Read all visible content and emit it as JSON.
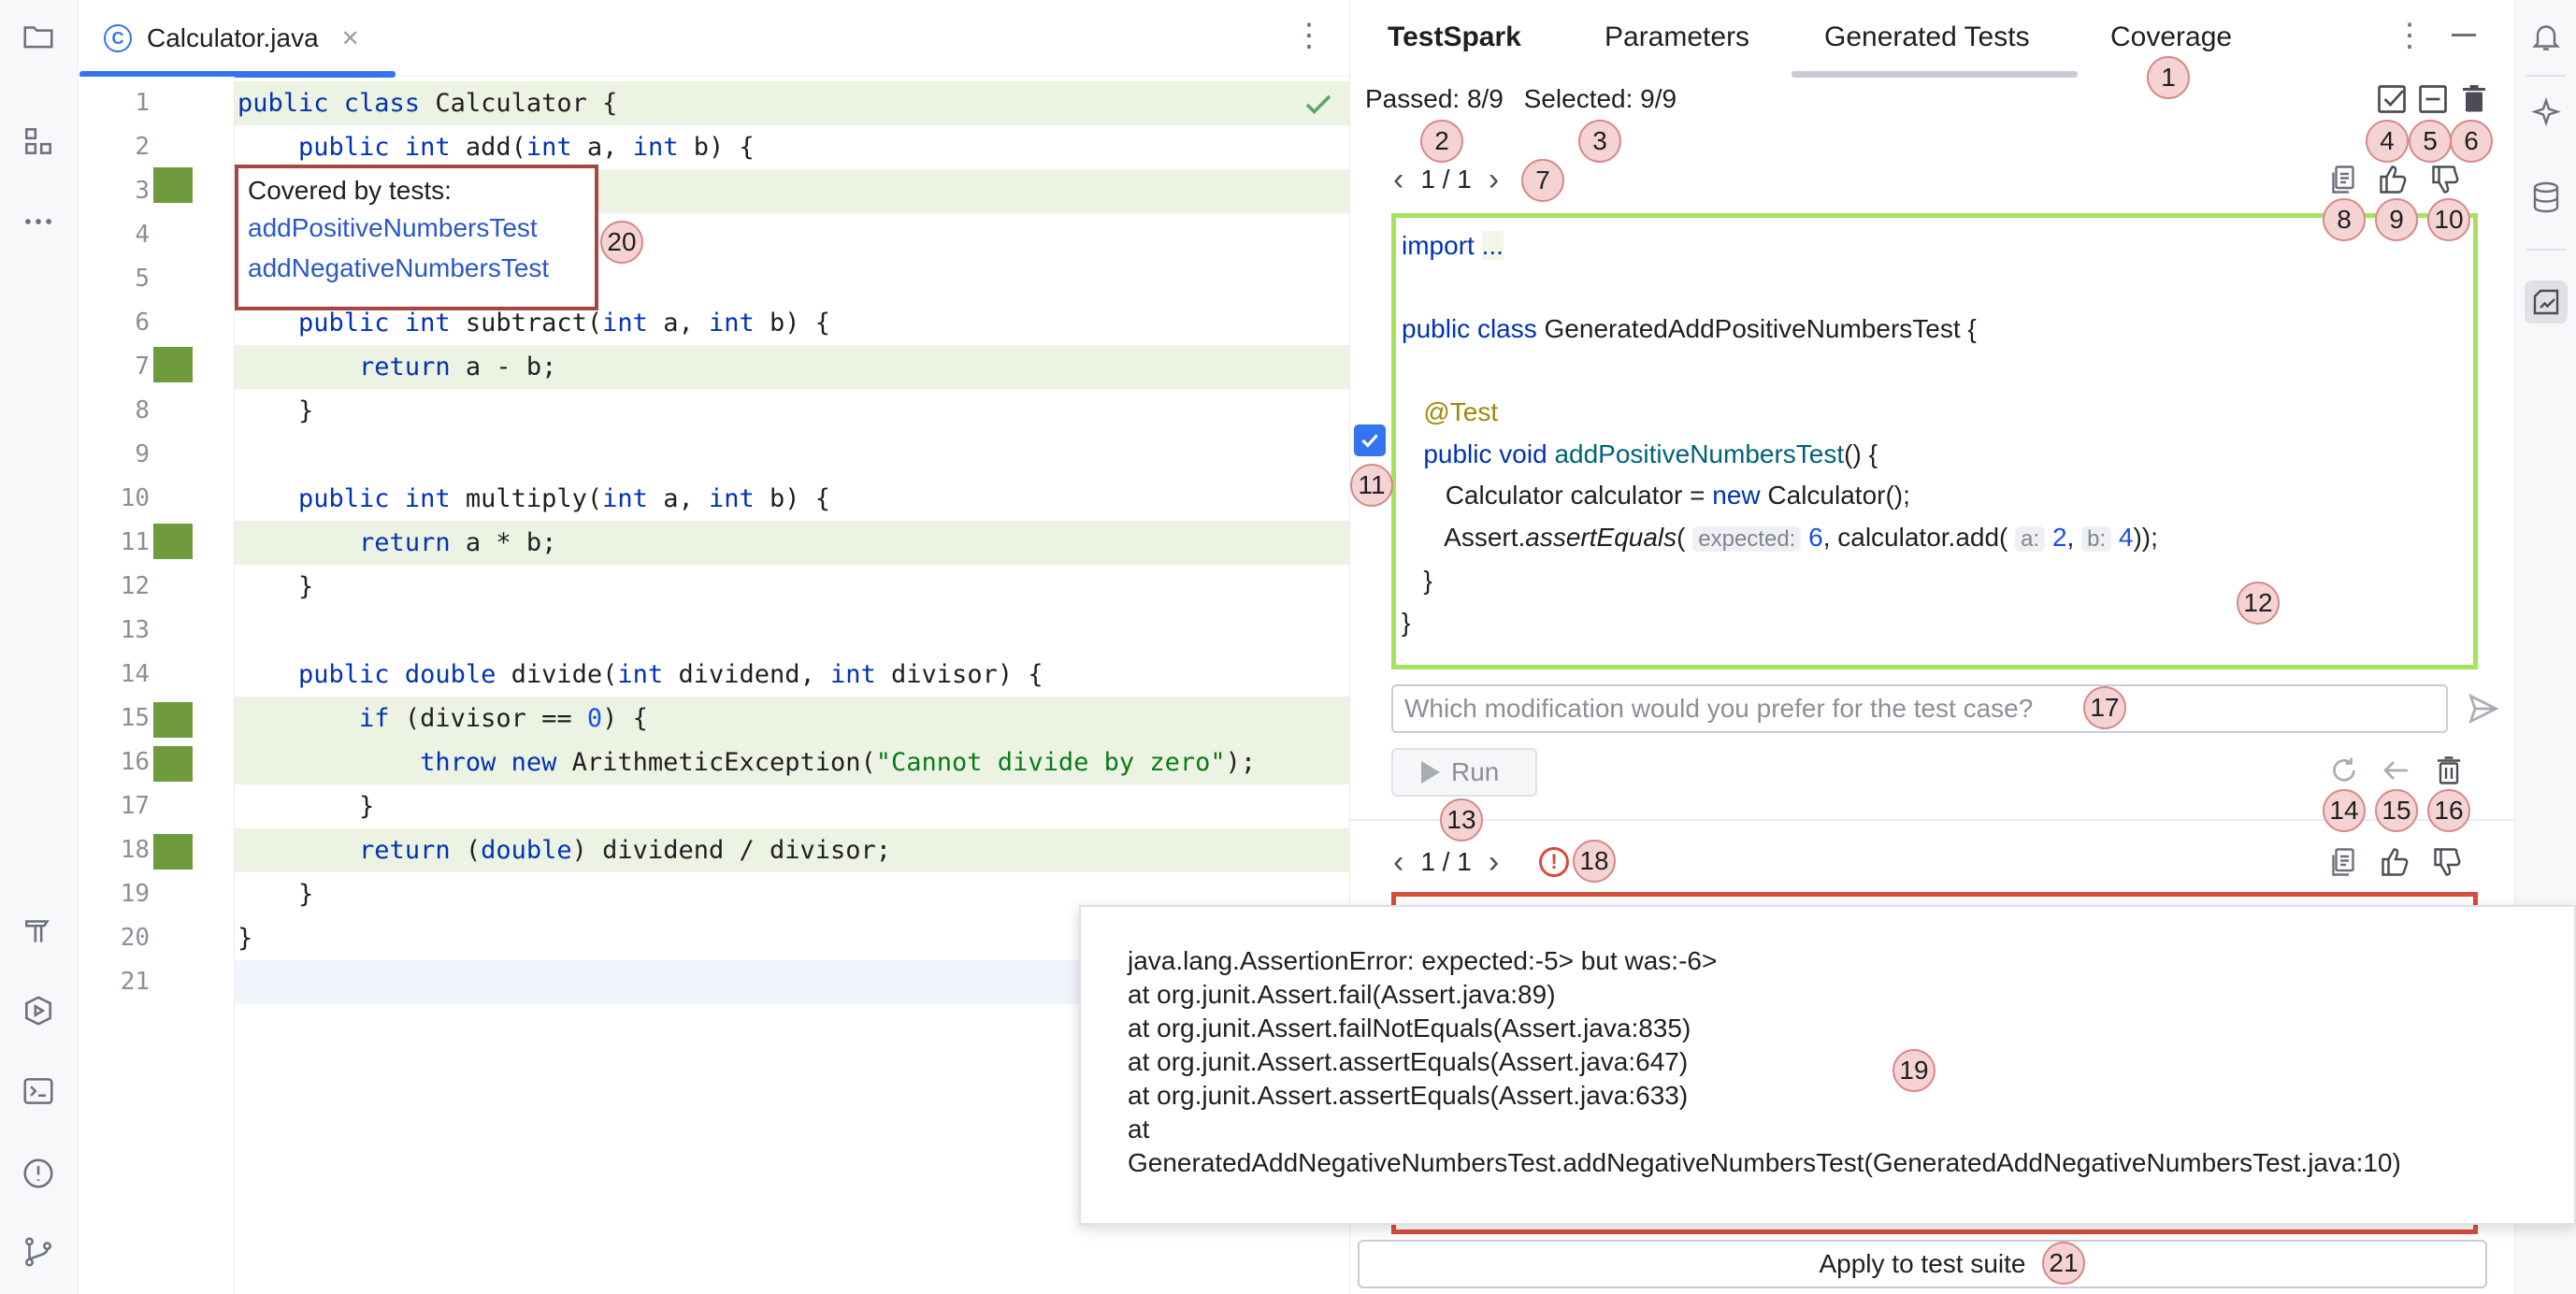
{
  "editor": {
    "file_tab": {
      "icon_letter": "C",
      "label": "Calculator.java"
    },
    "line_numbers": [
      "1",
      "2",
      "3",
      "4",
      "5",
      "6",
      "7",
      "8",
      "9",
      "10",
      "11",
      "12",
      "13",
      "14",
      "15",
      "16",
      "17",
      "18",
      "19",
      "20",
      "21"
    ],
    "coverage_popup": {
      "title": "Covered by tests:",
      "links": [
        "addPositiveNumbersTest",
        "addNegativeNumbersTest"
      ]
    }
  },
  "panel": {
    "tabs": [
      {
        "label": "TestSpark"
      },
      {
        "label": "Parameters"
      },
      {
        "label": "Generated Tests"
      },
      {
        "label": "Coverage"
      }
    ],
    "passed": "Passed: 8/9",
    "selected": "Selected: 9/9",
    "test1": {
      "pager": "1 / 1",
      "import_kw": "import",
      "import_dots": "...",
      "class_decl_kw": "public class",
      "class_name": "GeneratedAddPositiveNumbersTest {",
      "annotation": "@Test",
      "method_kw": "public void",
      "method_name": "addPositiveNumbersTest",
      "method_tail": "() {",
      "stmt1_a": "Calculator calculator = ",
      "stmt1_kw": "new",
      "stmt1_b": " Calculator();",
      "stmt2_a": "Assert.",
      "stmt2_call": "assertEquals",
      "stmt2_paren": "(",
      "hint_expected": "expected:",
      "val_expected": "6",
      "stmt2_mid": ", calculator.add(",
      "hint_a": "a:",
      "val_a": "2",
      "stmt2_comma": ",",
      "hint_b": "b:",
      "val_b": "4",
      "stmt2_end": "));",
      "close_method": "}",
      "close_class": "}"
    },
    "feedback_placeholder": "Which modification would you prefer for the test case?",
    "run_label": "Run",
    "test2": {
      "pager": "1 / 1"
    },
    "apply_label": "Apply to test suite"
  },
  "error_tooltip": {
    "lines": [
      "java.lang.AssertionError: expected:-5> but was:-6>",
      "at org.junit.Assert.fail(Assert.java:89)",
      "at org.junit.Assert.failNotEquals(Assert.java:835)",
      "at org.junit.Assert.assertEquals(Assert.java:647)",
      "at org.junit.Assert.assertEquals(Assert.java:633)",
      "at",
      "GeneratedAddNegativeNumbersTest.addNegativeNumbersTest(GeneratedAddNegativeNumbersTest.java:10)"
    ]
  },
  "markers": [
    "1",
    "2",
    "3",
    "4",
    "5",
    "6",
    "7",
    "8",
    "9",
    "10",
    "11",
    "12",
    "13",
    "14",
    "15",
    "16",
    "17",
    "18",
    "19",
    "20",
    "21"
  ],
  "icons": {
    "left_strip": [
      "folder-icon",
      "structure-icon",
      "more-icon",
      "build-icon",
      "run-icon",
      "terminal-icon",
      "problems-icon",
      "git-icon"
    ],
    "right_strip": [
      "notifications-icon",
      "ai-assistant-icon",
      "database-icon",
      "testspark-icon"
    ],
    "toolbar": [
      "select-all-icon",
      "unselect-all-icon",
      "delete-all-icon",
      "copy-icon",
      "thumbs-up-icon",
      "thumbs-down-icon",
      "reset-icon",
      "undo-icon",
      "delete-test-icon",
      "send-icon",
      "error-icon",
      "check-icon"
    ]
  },
  "colors": {
    "accent": "#3574f0",
    "coverage_green": "#6f9b3c",
    "passed_border": "#a5e35d",
    "failed_border": "#d94b3d",
    "popup_border": "#a84545",
    "marker_fill": "#f6d3d3"
  }
}
